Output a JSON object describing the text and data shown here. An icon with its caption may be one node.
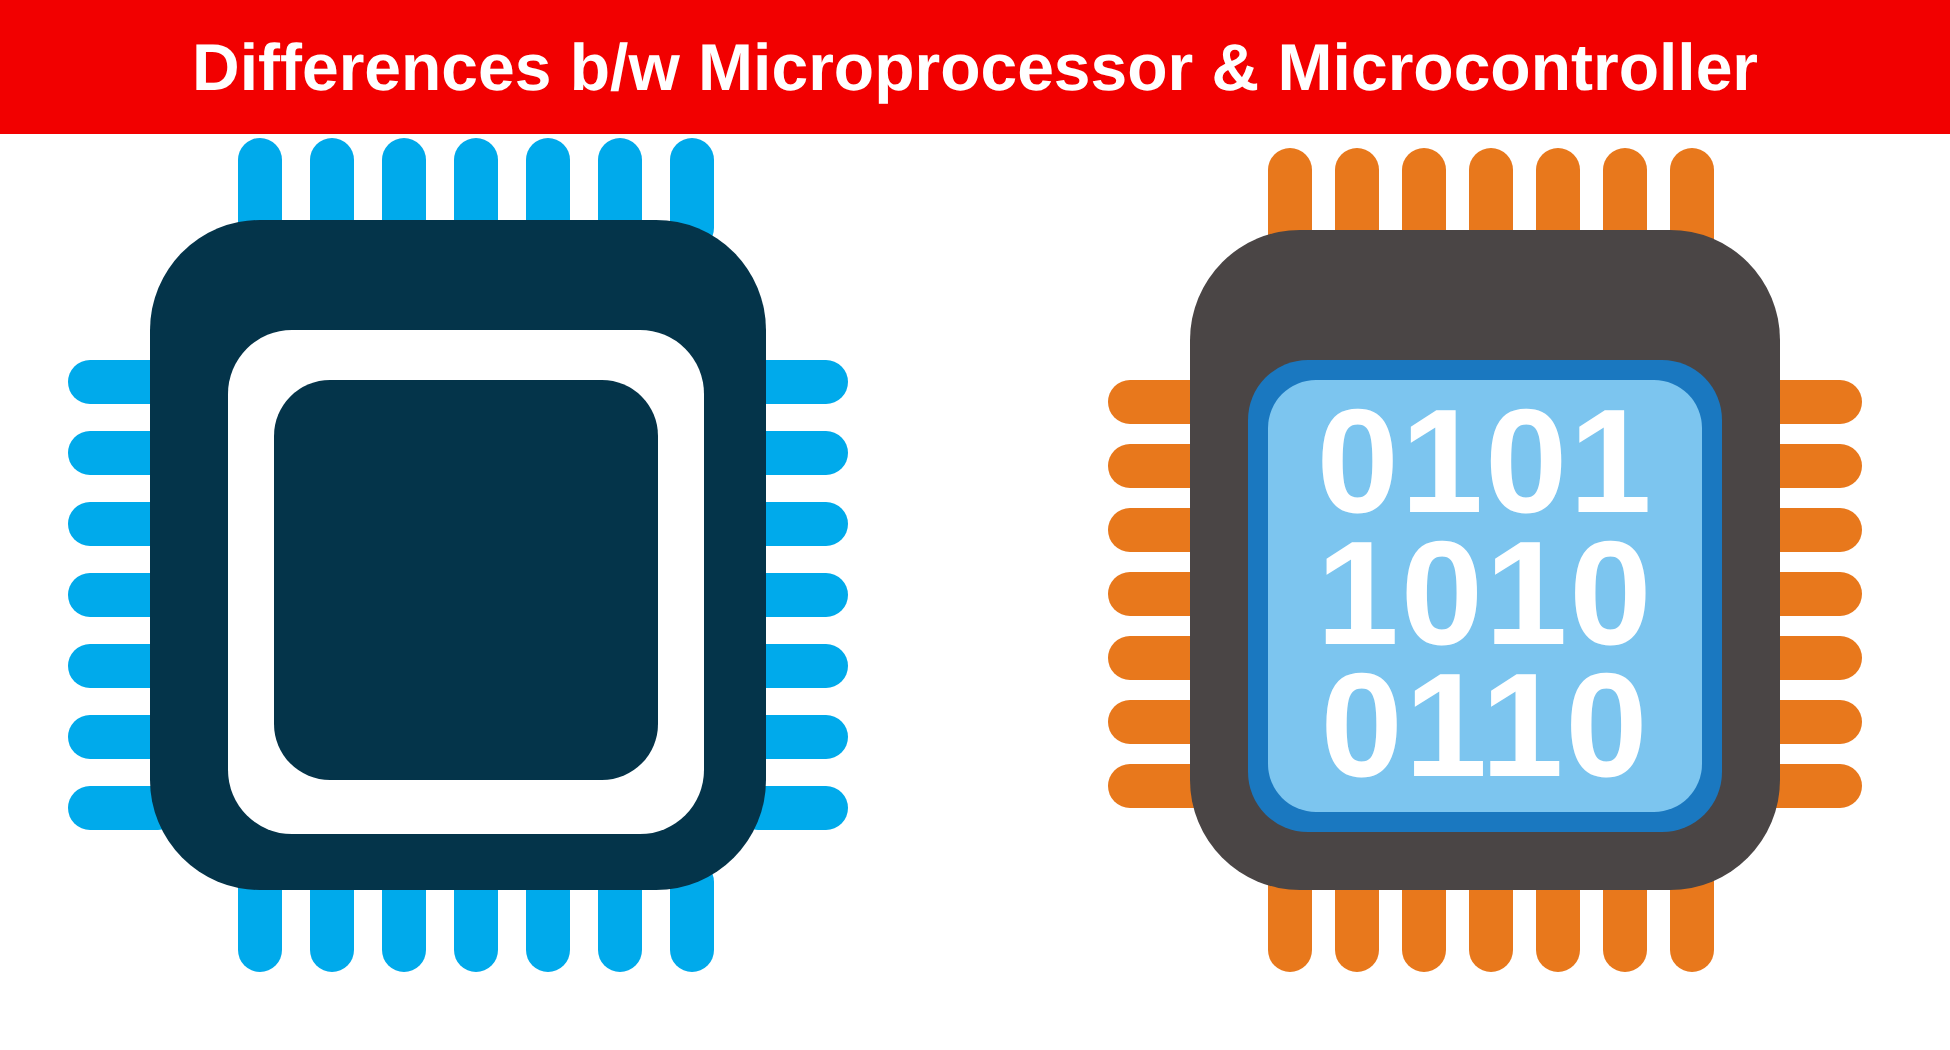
{
  "diagram": {
    "title": "Differences b/w Microprocessor & Microcontroller",
    "labels": [
      "0101",
      "1010",
      "0110"
    ]
  }
}
